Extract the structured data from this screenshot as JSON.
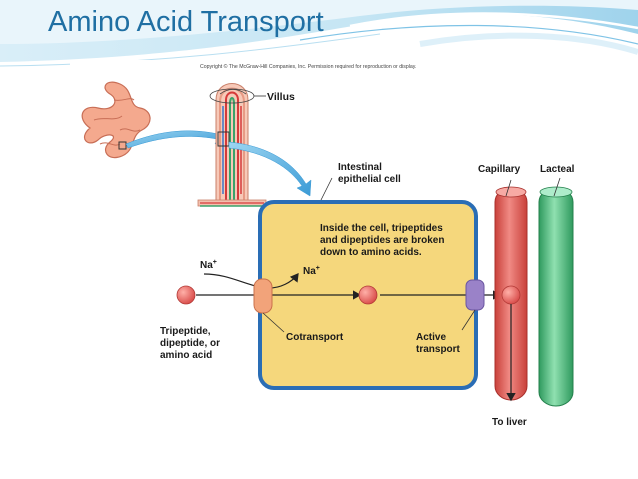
{
  "slide": {
    "title": "Amino Acid Transport"
  },
  "figure": {
    "copyright": "Copyright © The McGraw-Hill Companies, Inc. Permission required for reproduction or display.",
    "labels": {
      "villus": "Villus",
      "intestinal_cell_line1": "Intestinal",
      "intestinal_cell_line2": "epithelial cell",
      "capillary": "Capillary",
      "lacteal": "Lacteal",
      "inside_line1": "Inside the cell, tripeptides",
      "inside_line2": "and dipeptides are broken",
      "inside_line3": "down to amino acids.",
      "na_outside": "Na",
      "na_inside": "Na",
      "na_charge": "+",
      "tripeptide_line1": "Tripeptide,",
      "tripeptide_line2": "dipeptide, or",
      "tripeptide_line3": "amino acid",
      "cotransport": "Cotransport",
      "active_line1": "Active",
      "active_line2": "transport",
      "to_liver": "To liver"
    }
  },
  "colors": {
    "title": "#1f6fa3",
    "cell_fill": "#f5d77c",
    "cell_border": "#2a6db5",
    "capillary": "#e8706a",
    "lacteal": "#5cc48a",
    "molecule": "#e65a5a",
    "cotransporter": "#f2a37a",
    "active_transporter": "#9a82c8",
    "arrow_blue": "#4fa8dc"
  }
}
